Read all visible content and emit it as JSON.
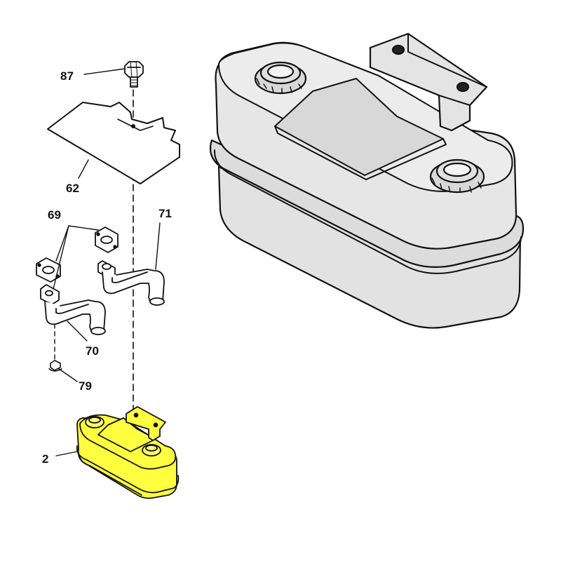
{
  "callouts": {
    "c87": "87",
    "c62": "62",
    "c69": "69",
    "c71": "71",
    "c70": "70",
    "c79": "79",
    "c2": "2"
  },
  "colors": {
    "line": "#111111",
    "muffler_large_fill": "#e2e2e2",
    "muffler_large_top": "#eaeaea",
    "muffler_highlight": "#ffff40",
    "background": "#ffffff"
  },
  "icons": {
    "cap_screw": "bolt-icon",
    "flange_screw": "flange-bolt-icon"
  }
}
